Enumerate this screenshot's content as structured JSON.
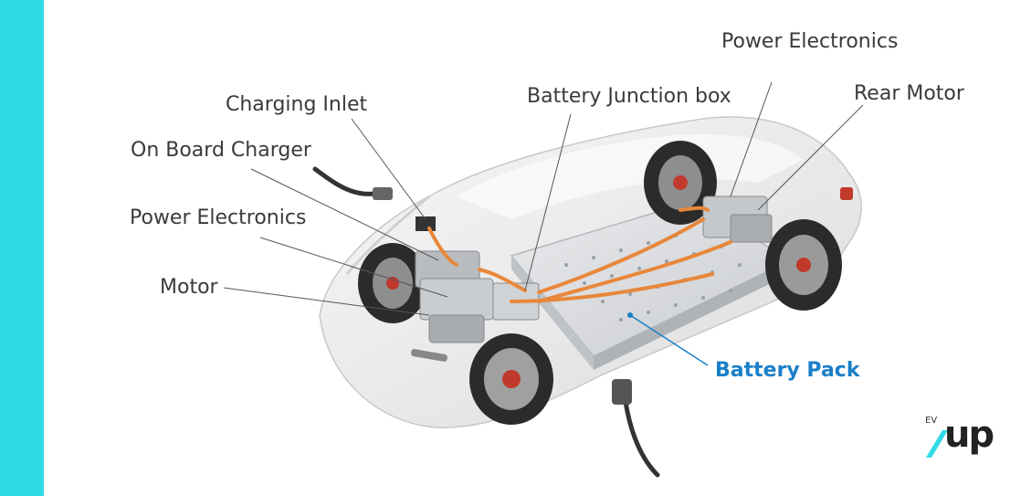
{
  "labels": {
    "power_electronics_rear": "Power Electronics",
    "battery_junction_box": "Battery Junction box",
    "rear_motor": "Rear Motor",
    "charging_inlet": "Charging Inlet",
    "on_board_charger": "On Board Charger",
    "power_electronics_front": "Power Electronics",
    "motor": "Motor",
    "battery_pack": "Battery Pack"
  },
  "logo": {
    "superscript": "EV",
    "text": "up"
  },
  "colors": {
    "accent_bar": "#2fdbe6",
    "highlight": "#1a7fc8",
    "cable": "#e8873a"
  }
}
